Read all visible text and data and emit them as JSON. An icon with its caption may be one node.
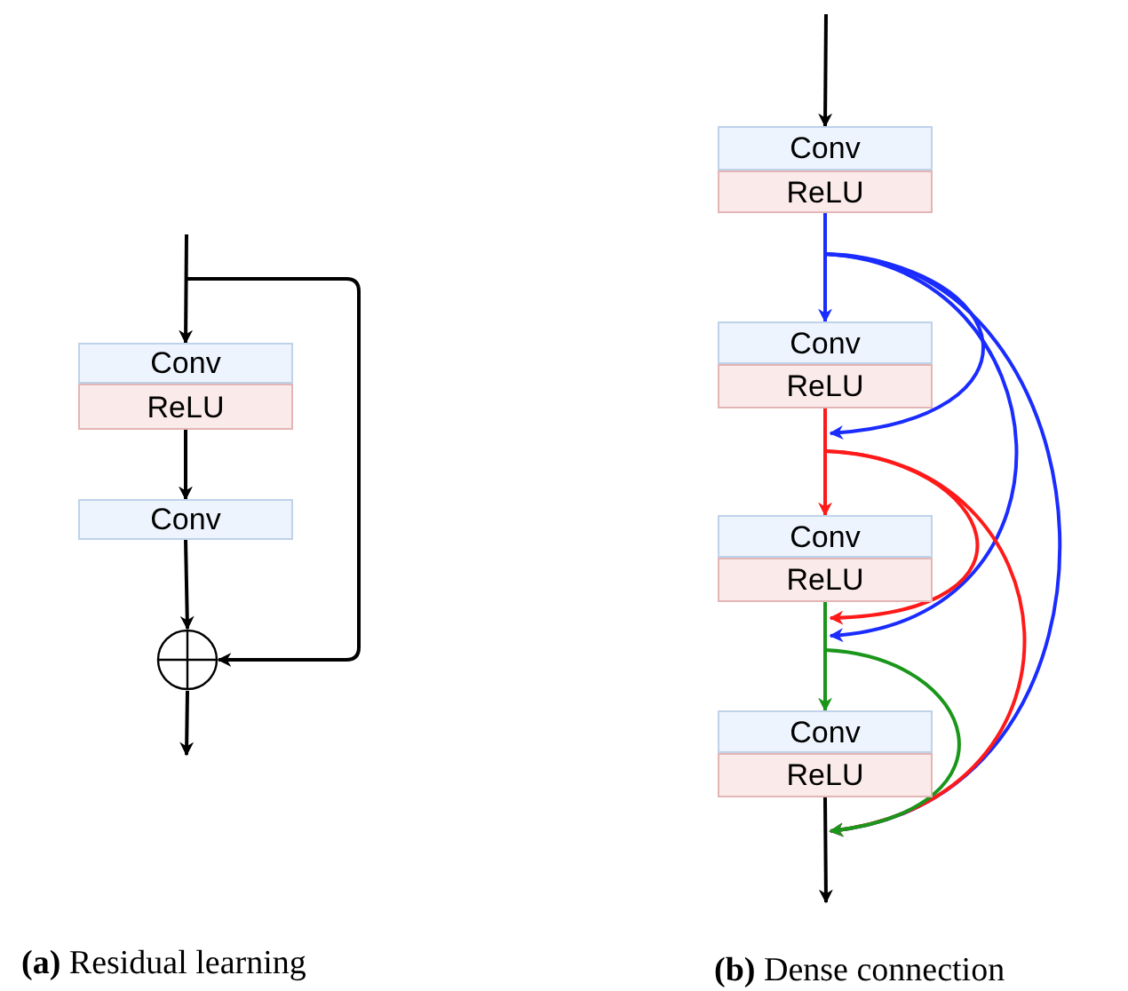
{
  "diagram": {
    "nodes": [
      {
        "text": [
          "Conv"
        ]
      },
      {
        "text": [
          "ReLU"
        ]
      },
      {
        "text": [
          "Conv"
        ]
      },
      {
        "text": [],
        "shape": "circle"
      },
      {
        "text": [
          "Conv"
        ]
      },
      {
        "text": [
          "ReLU"
        ]
      },
      {
        "text": [
          "Conv"
        ]
      },
      {
        "text": [
          "ReLU"
        ]
      },
      {
        "text": [
          "Conv"
        ]
      },
      {
        "text": [
          "ReLU"
        ]
      },
      {
        "text": [
          "Conv"
        ]
      },
      {
        "text": [
          "ReLU"
        ]
      }
    ],
    "edges": [
      {
        "from": null,
        "to": 0,
        "arrow": "to"
      },
      {
        "from": 1,
        "to": 2,
        "arrow": "to"
      },
      {
        "from": 2,
        "to": 3,
        "arrow": "to"
      },
      {
        "from": null,
        "to": 3,
        "arrow": "to"
      },
      {
        "from": 3,
        "to": null,
        "arrow": "to"
      },
      {
        "from": null,
        "to": 4,
        "arrow": "to"
      },
      {
        "from": 5,
        "to": 6,
        "arrow": "to",
        "color": "#1a2cff"
      },
      {
        "from": 5,
        "to": 7,
        "arrow": "to",
        "color": "#1a2cff"
      },
      {
        "from": 5,
        "to": 9,
        "arrow": "to",
        "color": "#1a2cff"
      },
      {
        "from": 5,
        "to": 11,
        "arrow": "to",
        "color": "#1a2cff"
      },
      {
        "from": 7,
        "to": 8,
        "arrow": "to",
        "color": "#ff1a1a"
      },
      {
        "from": 7,
        "to": 9,
        "arrow": "to",
        "color": "#ff1a1a"
      },
      {
        "from": 7,
        "to": 11,
        "arrow": "to",
        "color": "#ff1a1a"
      },
      {
        "from": 9,
        "to": 10,
        "arrow": "to",
        "color": "#1a961a"
      },
      {
        "from": 9,
        "to": 11,
        "arrow": "to",
        "color": "#1a961a"
      },
      {
        "from": 11,
        "to": null,
        "arrow": "to"
      }
    ],
    "labels": [
      "**(a)** Residual learning",
      "**(b)** Dense connection"
    ]
  }
}
